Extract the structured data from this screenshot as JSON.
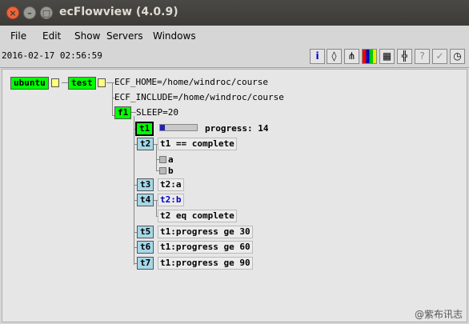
{
  "window": {
    "title": "ecFlowview (4.0.9)"
  },
  "menu": {
    "items": [
      "File",
      "Edit",
      "Show",
      "Servers",
      "Windows"
    ]
  },
  "toolbar": {
    "timestamp": "2016-02-17 02:56:59"
  },
  "tree": {
    "server": "ubuntu",
    "suite": "test",
    "ecf_home": "ECF_HOME=/home/windroc/course",
    "ecf_include": "ECF_INCLUDE=/home/windroc/course",
    "family": "f1",
    "sleep": "SLEEP=20",
    "t1": {
      "name": "t1",
      "progress_label": "progress: 14",
      "progress_fraction": 0.14
    },
    "t2": {
      "name": "t2",
      "trigger": "t1 == complete",
      "events": [
        "a",
        "b"
      ]
    },
    "t3": {
      "name": "t3",
      "trigger": "t2:a"
    },
    "t4": {
      "name": "t4",
      "trigger": "t2:b",
      "complete": "t2 eq complete"
    },
    "t5": {
      "name": "t5",
      "trigger": "t1:progress ge 30"
    },
    "t6": {
      "name": "t6",
      "trigger": "t1:progress ge 60"
    },
    "t7": {
      "name": "t7",
      "trigger": "t1:progress ge 90"
    }
  },
  "watermark": "@紫布讯志",
  "colors": {
    "active": "#00ff00",
    "queued": "#a6d7e8"
  }
}
